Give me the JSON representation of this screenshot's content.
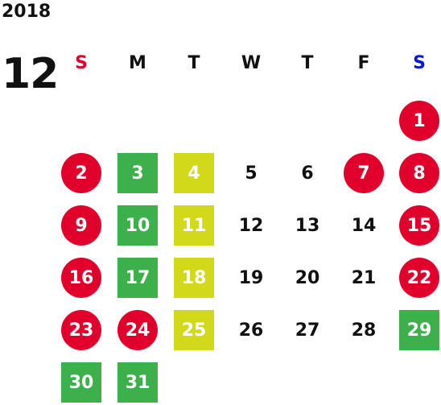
{
  "calendar": {
    "year": "2018",
    "month": "12",
    "weekdays": [
      {
        "label": "S",
        "color": "#e1002c"
      },
      {
        "label": "M",
        "color": "#111111"
      },
      {
        "label": "T",
        "color": "#111111"
      },
      {
        "label": "W",
        "color": "#111111"
      },
      {
        "label": "T",
        "color": "#111111"
      },
      {
        "label": "F",
        "color": "#111111"
      },
      {
        "label": "S",
        "color": "#0a18d6"
      }
    ],
    "first_weekday_index": 6,
    "days": [
      {
        "day": "1",
        "style": "holiday"
      },
      {
        "day": "2",
        "style": "holiday"
      },
      {
        "day": "3",
        "style": "green"
      },
      {
        "day": "4",
        "style": "yellow"
      },
      {
        "day": "5",
        "style": "plain"
      },
      {
        "day": "6",
        "style": "plain"
      },
      {
        "day": "7",
        "style": "holiday"
      },
      {
        "day": "8",
        "style": "holiday"
      },
      {
        "day": "9",
        "style": "holiday"
      },
      {
        "day": "10",
        "style": "green"
      },
      {
        "day": "11",
        "style": "yellow"
      },
      {
        "day": "12",
        "style": "plain"
      },
      {
        "day": "13",
        "style": "plain"
      },
      {
        "day": "14",
        "style": "plain"
      },
      {
        "day": "15",
        "style": "holiday"
      },
      {
        "day": "16",
        "style": "holiday"
      },
      {
        "day": "17",
        "style": "green"
      },
      {
        "day": "18",
        "style": "yellow"
      },
      {
        "day": "19",
        "style": "plain"
      },
      {
        "day": "20",
        "style": "plain"
      },
      {
        "day": "21",
        "style": "plain"
      },
      {
        "day": "22",
        "style": "holiday"
      },
      {
        "day": "23",
        "style": "holiday"
      },
      {
        "day": "24",
        "style": "holiday"
      },
      {
        "day": "25",
        "style": "yellow"
      },
      {
        "day": "26",
        "style": "plain"
      },
      {
        "day": "27",
        "style": "plain"
      },
      {
        "day": "28",
        "style": "plain"
      },
      {
        "day": "29",
        "style": "green"
      },
      {
        "day": "30",
        "style": "green"
      },
      {
        "day": "31",
        "style": "green"
      }
    ],
    "colors": {
      "holiday": "#e1002c",
      "green": "#3cb04a",
      "yellow": "#d1d918"
    }
  }
}
